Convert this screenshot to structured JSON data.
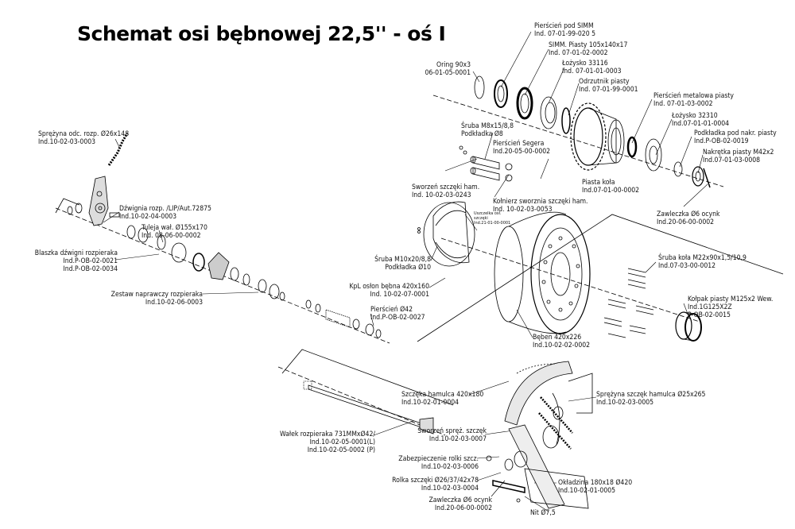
{
  "title": "Schemat  osi bębnowej  22,5'' - oś I",
  "labels": {
    "pierscien_simm": {
      "name": "Pierścień pod SIMM",
      "code": "Ind. 07-01-99-020 5"
    },
    "simm_piasty": {
      "name": "SIMM. Piasty 105x140x17",
      "code": "Ind. 07-01-02-0002"
    },
    "oring": {
      "name": "Oring 90x3",
      "code": "06-01-05-0001"
    },
    "lozysko_33116": {
      "name": "Łożysko 33116",
      "code": "Ind. 07-01-01-0003"
    },
    "odrzutnik": {
      "name": "Odrzutnik piasty",
      "code": "Ind. 07-01-99-0001"
    },
    "pierscien_metalowy": {
      "name": "Pierścień metalowa piasty",
      "code": "Ind. 07-01-03-0002"
    },
    "lozysko_32310": {
      "name": "Łożysko 32310",
      "code": "Ind.07-01-01-0004"
    },
    "podkladka_nakr": {
      "name": "Podkładka pod nakr. piasty",
      "code": "Ind.P-OB-02-0019"
    },
    "nakretka": {
      "name": "Nakrętka piasty M42x2",
      "code": "Ind.07-01-03-0008"
    },
    "sruba_m8": {
      "name": "Śruba M8x15/8,8",
      "code": "Podkładka Ø8"
    },
    "pierscien_segera": {
      "name": "Pierścień Segera",
      "code": "Ind.20-05-00-0002"
    },
    "piasta": {
      "name": "Piasta koła",
      "code": "Ind.07-01-00-0002"
    },
    "sworzen_szczeki": {
      "name": "Sworzeń szczęki ham.",
      "code": "Ind. 10-02-03-0243"
    },
    "kolnierz": {
      "name": "Kołnierz sworznia szczęki ham.",
      "code": "Ind. 10-02-03-0053"
    },
    "zawleczka_top": {
      "name": "Zawleczka Ø6 ocynk",
      "code": "Ind.20-06-00-0002"
    },
    "sprezyna_odc": {
      "name": "Sprężyna odc. rozp. Ø26x148",
      "code": "Ind.10-02-03-0003"
    },
    "dzwignia": {
      "name": "Dźwignia rozp. /LIP/Aut.72875",
      "code": "Ind.10-02-04-0003"
    },
    "tuleja": {
      "name": "Tuleja wał. Ø155x170",
      "code": "Ind. 08-06-00-0002"
    },
    "blaszka": {
      "name": "Blaszka dźwigni rozpieraka",
      "code1": "Ind.P-OB-02-0021",
      "code2": "Ind.P-OB-02-0034"
    },
    "uszczelka": {
      "name": "Uszczelka osł.",
      "name2": "szczęki",
      "code": "Ind.21-01-00-0001"
    },
    "sruba_m10": {
      "name": "Śruba M10x20/8,8",
      "code": "Podkładka Ø10"
    },
    "sruba_kola": {
      "name": "Śruba koła M22x90x1,5/10,9",
      "code": "Ind.07-03-00-0012"
    },
    "kpl_oslon": {
      "name": "KpL osłon bębna 420x160",
      "code": "Ind. 10-02-07-0001"
    },
    "zestaw": {
      "name": "Zestaw naprawczy rozpieraka",
      "code": "Ind.10-02-06-0003"
    },
    "kolpak": {
      "name": "Kołpak piasty M125x2 Wew.",
      "code1": "Ind.1G125X2Z",
      "code2": "P-OB-02-0015"
    },
    "pierscien_42": {
      "name": "Pierścień Ø42",
      "code": "Ind.P-OB-02-0027"
    },
    "beben": {
      "name": "Bęben 420x226",
      "code": "Ind.10-02-02-0002"
    },
    "szczeka": {
      "name": "Szczęka hamulca 420x180",
      "code": "Ind.10-02-01-0004"
    },
    "sprezyna_szczek": {
      "name": "Sprężyna szczęk hamulca Ø25x265",
      "code": "Ind.10-02-03-0005"
    },
    "walek": {
      "name": "Wałek rozpieraka 731MMxØ42/",
      "code1": "Ind.10-02-05-0001(L)",
      "code2": "Ind.10-02-05-0002 (P)"
    },
    "sworzen_sprez": {
      "name": "Sworzeń spręż. szczęk",
      "code": "Ind.10-02-03-0007"
    },
    "zabezpieczenie": {
      "name": "Zabezpieczenie rolki szcz.",
      "code": "Ind.10-02-03-0006"
    },
    "rolka": {
      "name": "Rolka szczęki Ø26/37/42x78",
      "code": "Ind.10-02-03-0004"
    },
    "zawleczka_bottom": {
      "name": "Zawleczka Ø6 ocynk",
      "code": "Ind.20-06-00-0002"
    },
    "okladzina": {
      "name": "Okładzina 180x18 Ø420",
      "code": "Ind.10-02-01-0005"
    },
    "nit": {
      "name": "Nit Ø7,5"
    }
  }
}
